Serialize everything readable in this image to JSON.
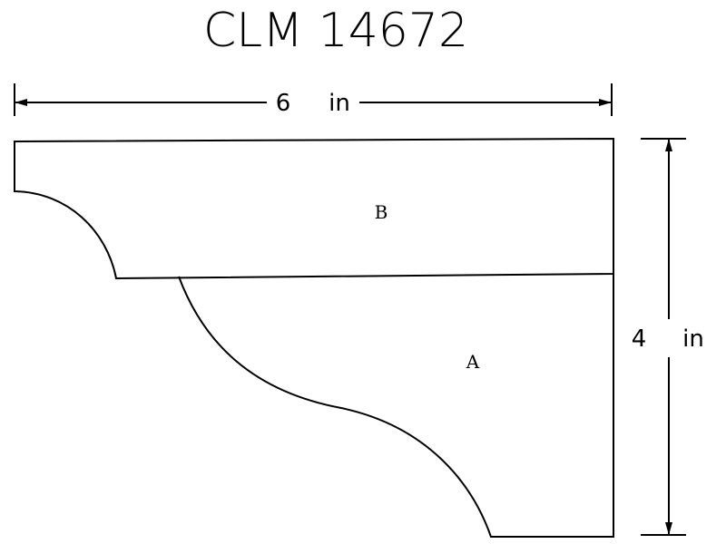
{
  "title": "CLM 14672",
  "dimensions": {
    "width_value": "6",
    "width_unit": "in",
    "height_value": "4",
    "height_unit": "in"
  },
  "parts": {
    "upper": "B",
    "lower": "A"
  },
  "colors": {
    "line": "#000000",
    "background": "#ffffff"
  }
}
